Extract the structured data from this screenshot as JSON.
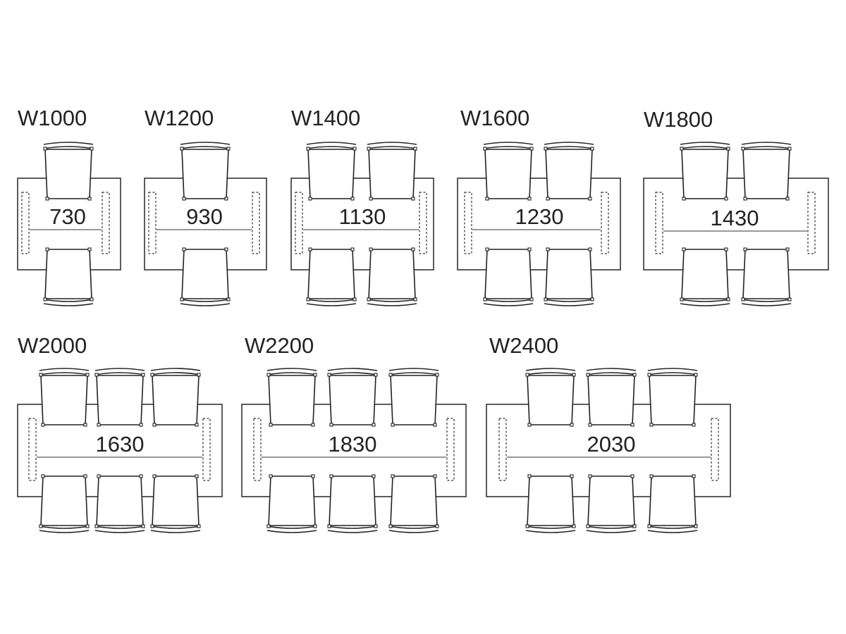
{
  "diagram": {
    "tables": [
      {
        "id": "w1000",
        "width_label": "W1000",
        "leg_span_label": "730",
        "chairs_per_side": 1
      },
      {
        "id": "w1200",
        "width_label": "W1200",
        "leg_span_label": "930",
        "chairs_per_side": 1
      },
      {
        "id": "w1400",
        "width_label": "W1400",
        "leg_span_label": "1130",
        "chairs_per_side": 2
      },
      {
        "id": "w1600",
        "width_label": "W1600",
        "leg_span_label": "1230",
        "chairs_per_side": 2
      },
      {
        "id": "w1800",
        "width_label": "W1800",
        "leg_span_label": "1430",
        "chairs_per_side": 2
      },
      {
        "id": "w2000",
        "width_label": "W2000",
        "leg_span_label": "1630",
        "chairs_per_side": 3
      },
      {
        "id": "w2200",
        "width_label": "W2200",
        "leg_span_label": "1830",
        "chairs_per_side": 3
      },
      {
        "id": "w2400",
        "width_label": "W2400",
        "leg_span_label": "2030",
        "chairs_per_side": 3
      }
    ],
    "colors": {
      "line": "#333333",
      "text": "#222222",
      "background": "#ffffff"
    },
    "icons": {
      "chair": "chair-icon",
      "leg_frame": "dashed-leg-frame"
    }
  }
}
